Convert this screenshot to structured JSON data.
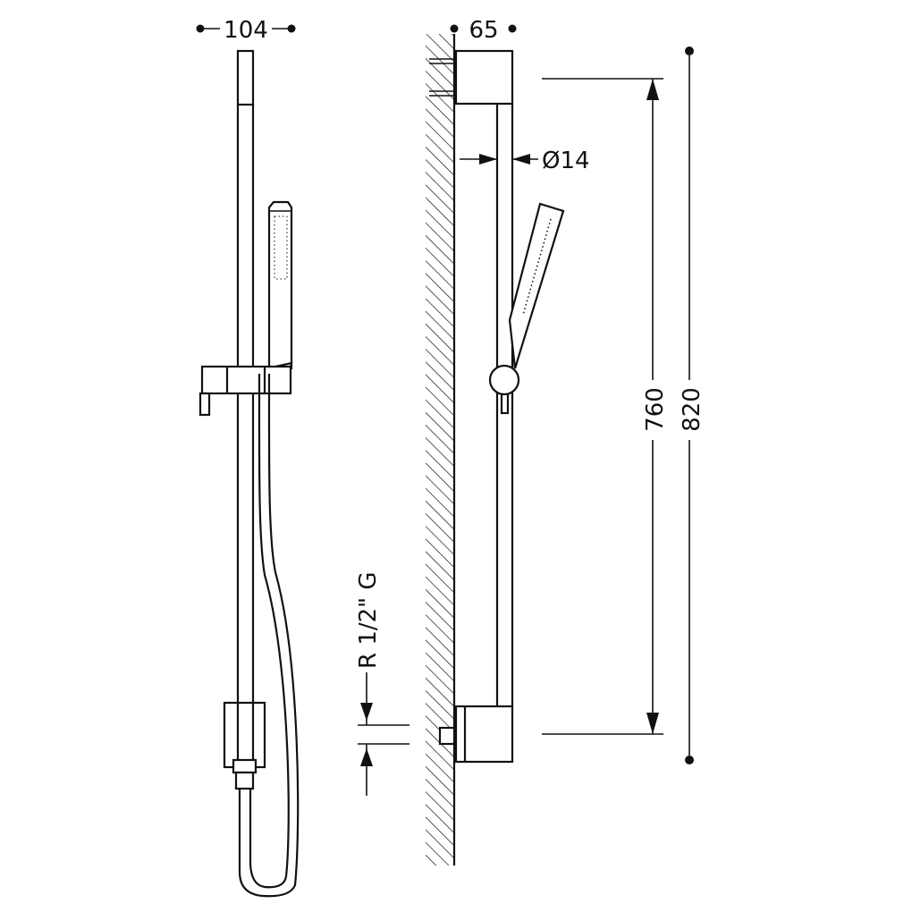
{
  "front_view": {
    "width_label": "104",
    "connection_label": "R 1/2\" G"
  },
  "side_view": {
    "depth_label": "65",
    "bar_diameter_label": "Ø14",
    "bar_length_label": "760",
    "overall_height_label": "820"
  },
  "colors": {
    "line": "#111111",
    "background": "#ffffff"
  }
}
